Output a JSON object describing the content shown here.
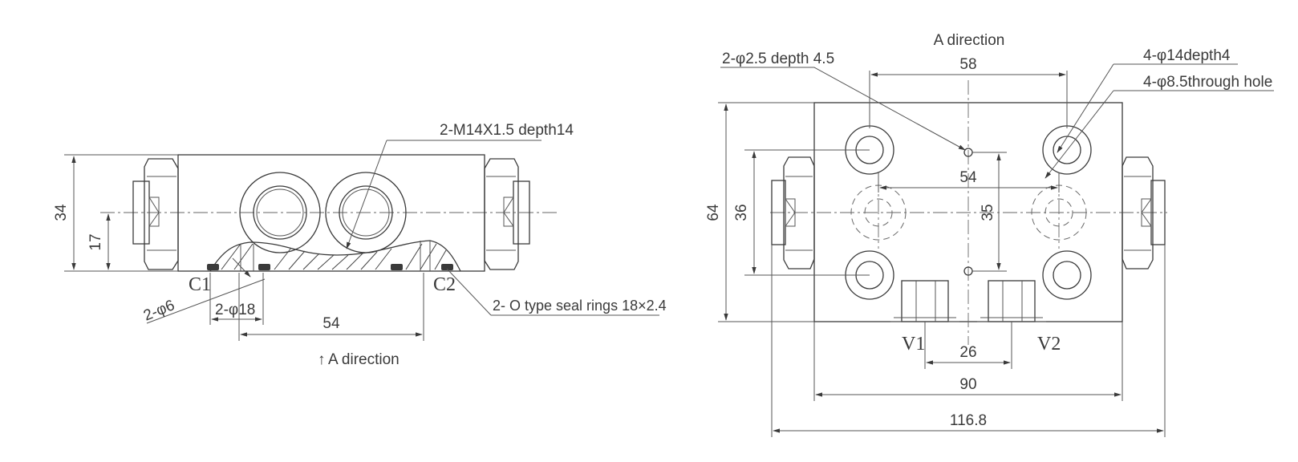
{
  "colors": {
    "line": "#3a3a3a",
    "background": "#ffffff"
  },
  "side_view": {
    "dim_34": "34",
    "dim_17": "17",
    "thread_note": "2-M14X1.5 depth14",
    "port_c1": "C1",
    "port_c2": "C2",
    "hole_6": "2-φ6",
    "hole_18": "2-φ18",
    "dim_54": "54",
    "seal_note": "2- O type seal rings 18×2.4",
    "direction_arrow": "↑",
    "direction_label": "A direction"
  },
  "front_view": {
    "title": "A direction",
    "hole_note": "2-φ2.5 depth 4.5",
    "dim_58": "58",
    "cbore_note": "4-φ14depth4",
    "through_note": "4-φ8.5through hole",
    "dim_54": "54",
    "dim_35": "35",
    "dim_64": "64",
    "dim_36": "36",
    "port_v1": "V1",
    "port_v2": "V2",
    "dim_26": "26",
    "dim_90": "90",
    "dim_116": "116.8"
  }
}
